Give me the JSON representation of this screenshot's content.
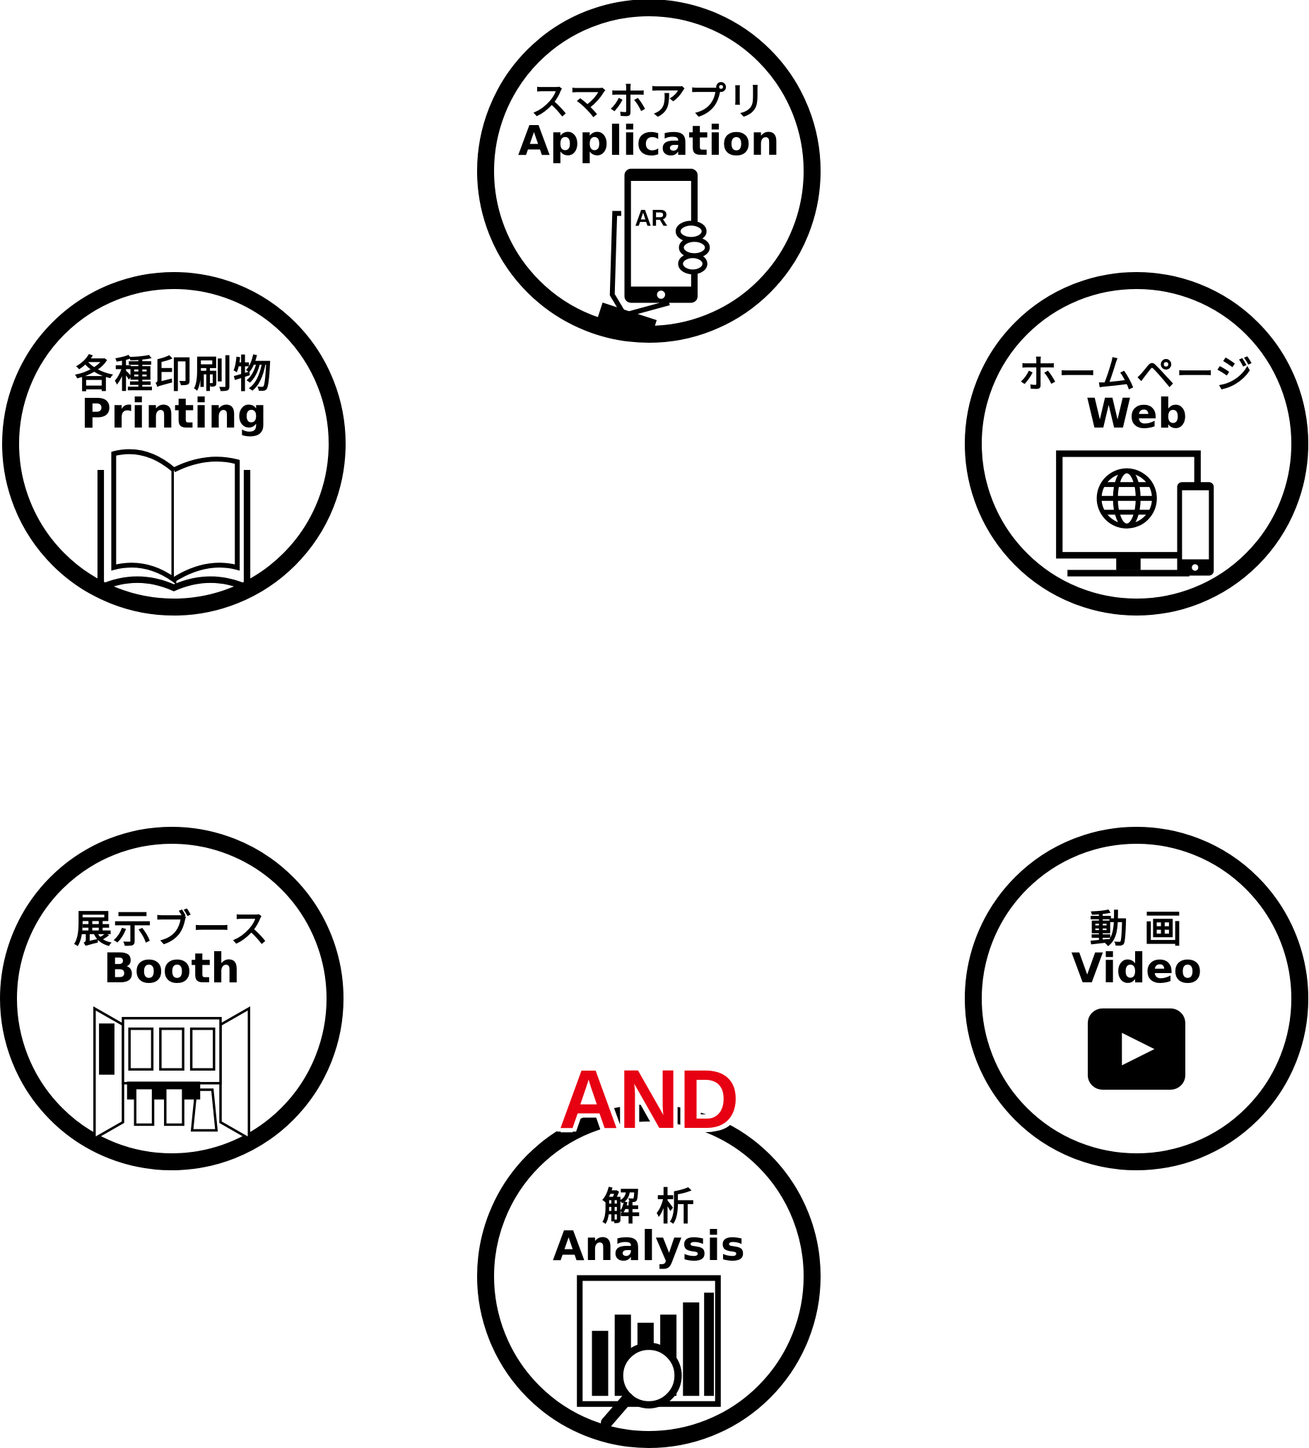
{
  "nodes": [
    {
      "id": "app",
      "jp": "スマホアプリ",
      "en": "Application",
      "icon": "smartphone-ar-icon",
      "icon_text": "AR"
    },
    {
      "id": "printing",
      "jp": "各種印刷物",
      "en": "Printing",
      "icon": "open-book-icon"
    },
    {
      "id": "web",
      "jp": "ホームページ",
      "en": "Web",
      "icon": "monitor-globe-icon"
    },
    {
      "id": "booth",
      "jp": "展示ブース",
      "en": "Booth",
      "icon": "exhibition-booth-icon"
    },
    {
      "id": "video",
      "jp": "動 画",
      "en": "Video",
      "icon": "play-button-icon"
    },
    {
      "id": "analysis",
      "jp": "解 析",
      "en": "Analysis",
      "icon": "bar-chart-magnifier-icon"
    }
  ],
  "center_label": "AND",
  "colors": {
    "accent": "#e60012",
    "stroke": "#000000"
  }
}
